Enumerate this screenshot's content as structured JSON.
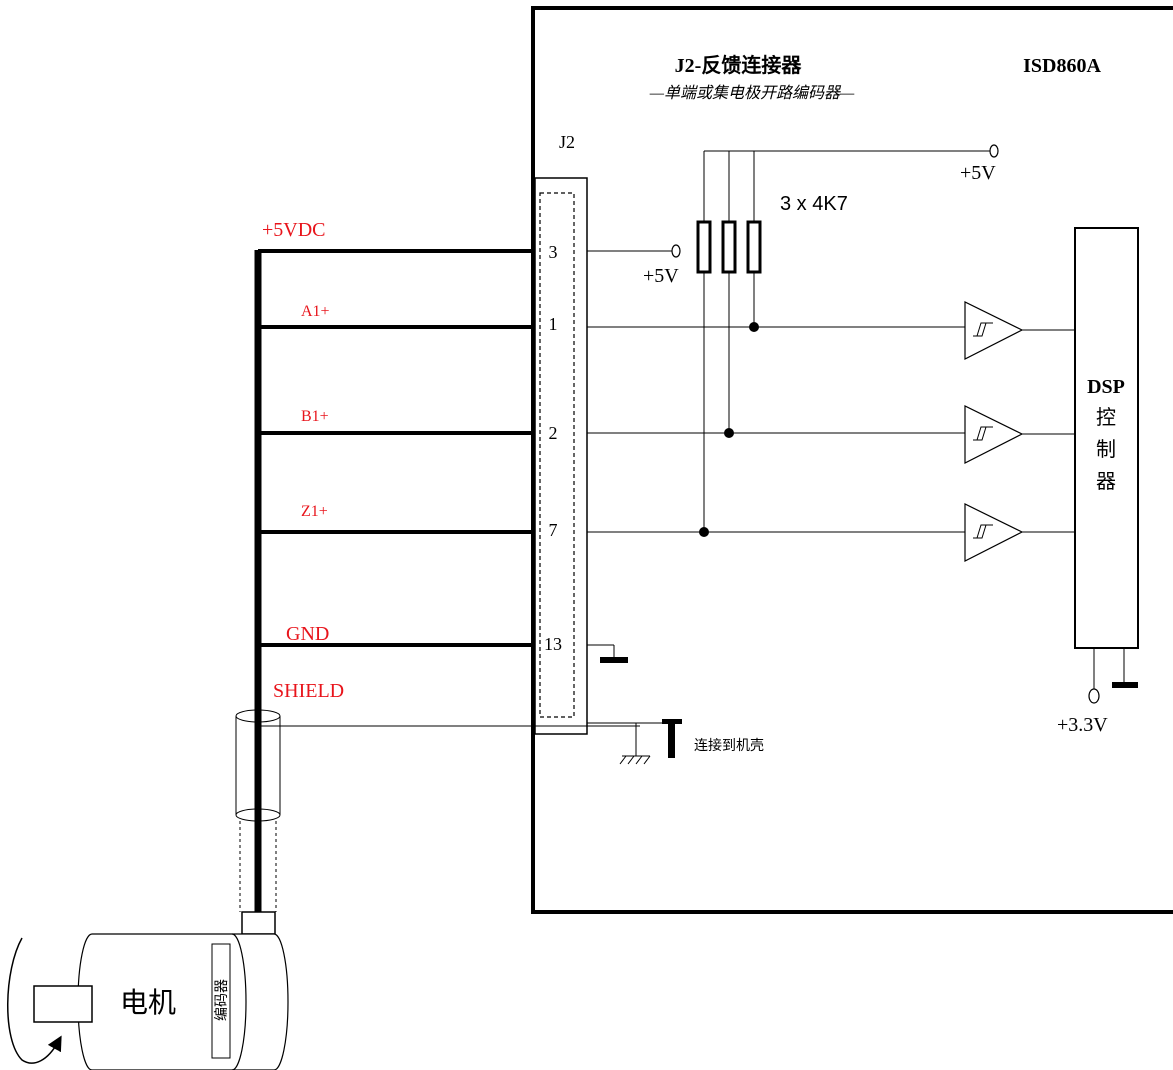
{
  "header": {
    "title": "J2-反馈连接器",
    "subtitle": "—单端或集电极开路编码器—",
    "model": "ISD860A"
  },
  "connector": {
    "label": "J2",
    "pins": [
      "3",
      "1",
      "2",
      "7",
      "13"
    ]
  },
  "wires": {
    "vdc": "+5VDC",
    "a": "A1+",
    "b": "B1+",
    "z": "Z1+",
    "gnd": "GND",
    "shield": "SHIELD"
  },
  "circuit": {
    "pullup_supply": "+5V",
    "pin3_supply": "+5V",
    "resistors": "3 x 4K7",
    "dsp_label": [
      "DSP",
      "控",
      "制",
      "器"
    ],
    "dsp_supply": "+3.3V",
    "chassis_note": "连接到机壳"
  },
  "motor": {
    "label": "电机",
    "encoder_label": "编码器"
  },
  "colors": {
    "wire_label": "#e8141b",
    "lines": "#000000"
  }
}
